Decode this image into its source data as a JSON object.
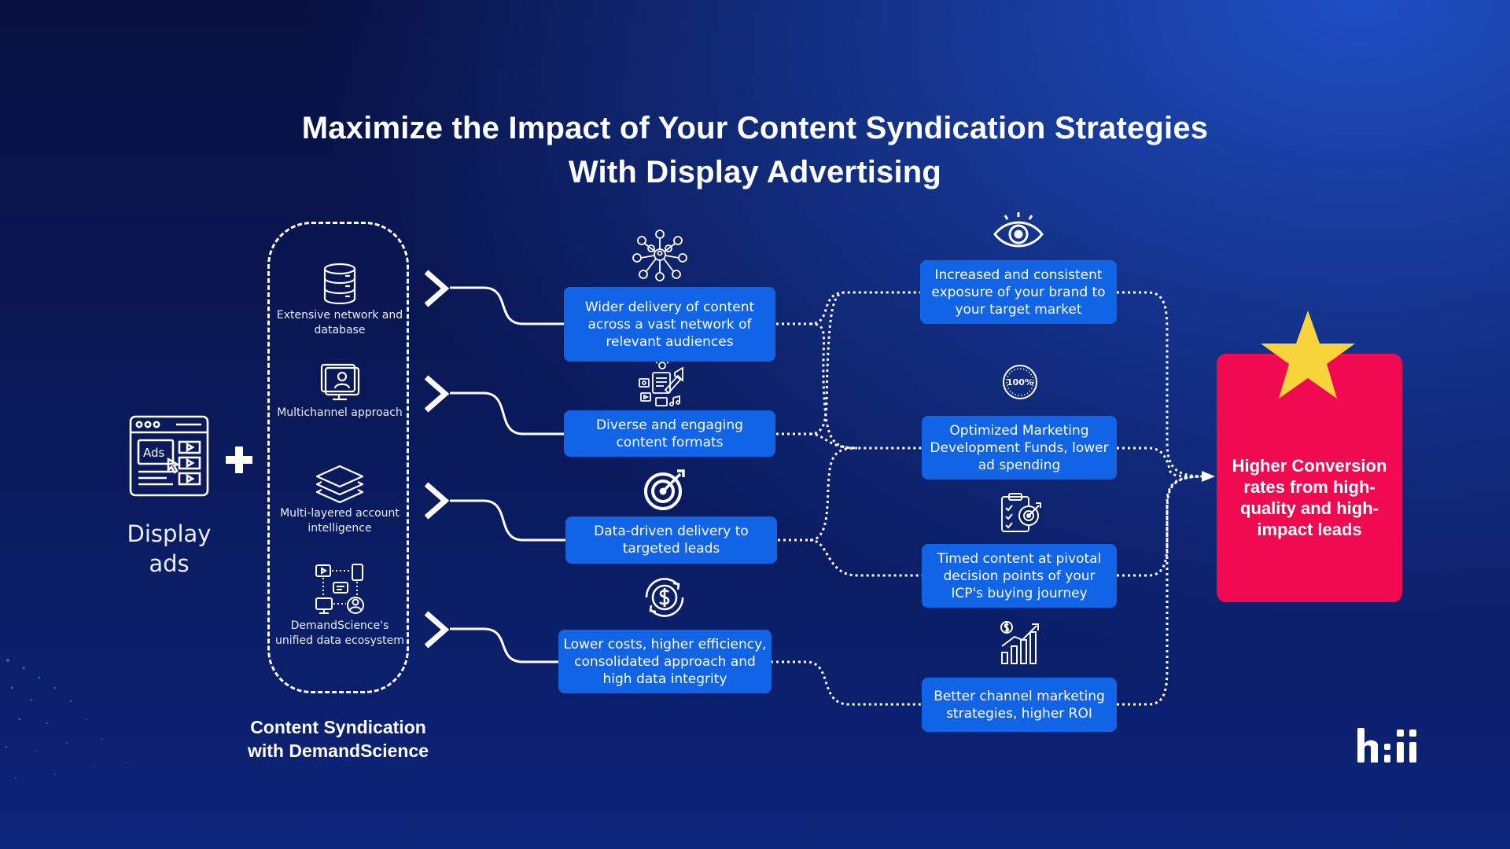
{
  "title": {
    "line1": "Maximize the Impact of Your Content Syndication Strategies",
    "line2": "With Display Advertising"
  },
  "display": {
    "icon_text": "Ads",
    "label": "Display ads",
    "icon": "display-ads-window-icon"
  },
  "plus_icon": "plus-icon",
  "panel": {
    "caption_line1": "Content Syndication",
    "caption_line2": "with DemandScience",
    "features": [
      {
        "label": "Extensive network and database",
        "icon": "database-icon"
      },
      {
        "label": "Multichannel approach",
        "icon": "multichannel-icon"
      },
      {
        "label": "Multi-layered account intelligence",
        "icon": "layers-icon"
      },
      {
        "label": "DemandScience's unified data ecosystem",
        "icon": "ecosystem-icon"
      }
    ]
  },
  "benefits": [
    {
      "label": "Wider delivery of content across a vast network of relevant audiences",
      "icon": "network-people-icon"
    },
    {
      "label": "Diverse and engaging content formats",
      "icon": "content-formats-icon"
    },
    {
      "label": "Data-driven delivery to targeted leads",
      "icon": "target-icon"
    },
    {
      "label": "Lower costs, higher efficiency, consolidated approach and high data integrity",
      "icon": "dollar-cycle-icon"
    }
  ],
  "outcomes": [
    {
      "label": "Increased and consistent exposure of your brand to your target market",
      "icon": "eye-icon"
    },
    {
      "label": "Optimized Marketing Development Funds, lower ad spending",
      "icon": "100-percent-badge-icon",
      "badge_text": "100%"
    },
    {
      "label": "Timed content at pivotal decision points of your ICP's buying journey",
      "icon": "clipboard-target-icon"
    },
    {
      "label": "Better channel marketing strategies, higher ROI",
      "icon": "growth-chart-icon"
    }
  ],
  "goal": {
    "label": "Higher Conversion rates from high-quality and high-impact leads",
    "icon": "star-icon"
  },
  "logo": {
    "text": "hii",
    "icon": "brand-logo-icon"
  },
  "colors": {
    "background": "#0a1a5c",
    "box": "#1264e6",
    "goal": "#f00a52",
    "star": "#f7d33c",
    "text": "#ffffff"
  }
}
